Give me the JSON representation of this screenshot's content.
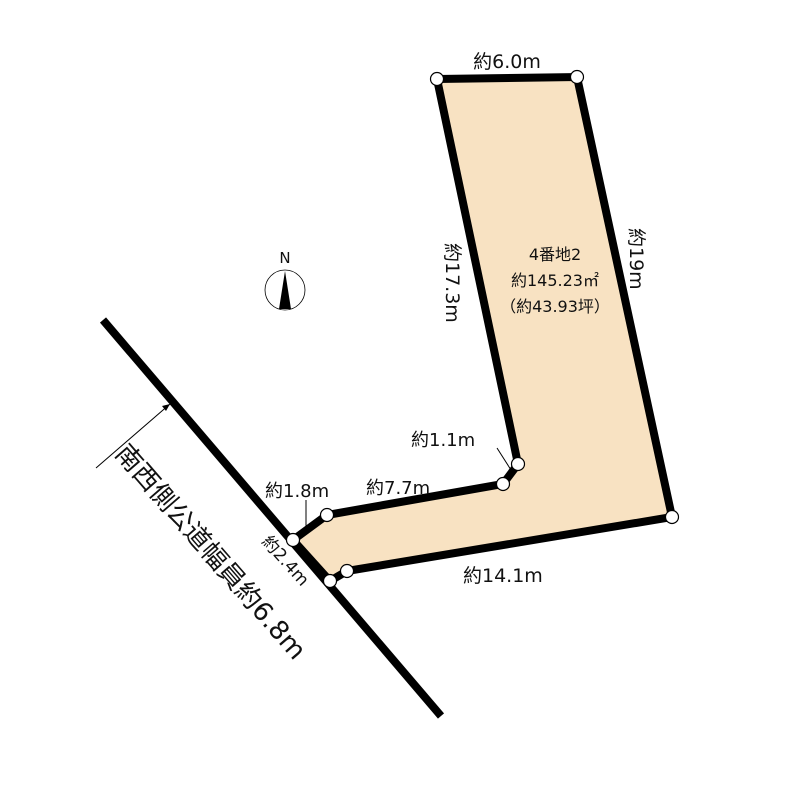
{
  "lot": {
    "name": "4番地2",
    "area_sqm": "約145.23㎡",
    "area_tsubo": "（約43.93坪）",
    "fill_color": "#f8e2c2"
  },
  "dimensions": {
    "top": "約6.0m",
    "right": "約19m",
    "left": "約17.3m",
    "notch": "約1.1m",
    "inner_bottom": "約7.7m",
    "corner_upper": "約1.8m",
    "frontage": "約2.4m",
    "bottom": "約14.1m"
  },
  "road": {
    "label": "南西側公道幅員約6.8m"
  },
  "compass": {
    "label": "N"
  }
}
